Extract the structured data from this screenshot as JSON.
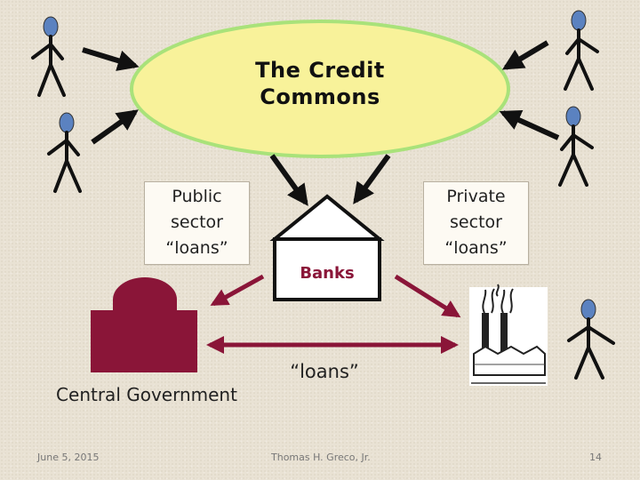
{
  "diagram": {
    "title_line1": "The Credit",
    "title_line2": "Commons",
    "public_sector": [
      "Public",
      "sector",
      "“loans”"
    ],
    "private_sector": [
      "Private",
      "sector",
      "“loans”"
    ],
    "banks_label": "Banks",
    "loans_label": "“loans”",
    "government_label": "Central Government",
    "colors": {
      "ellipse_fill": "#f8f29a",
      "ellipse_stroke": "#a9e27a",
      "maroon": "#8a1538",
      "person_head": "#5b82c0"
    },
    "icons": [
      "person-icon",
      "bank-house-icon",
      "government-building-icon",
      "factory-icon"
    ]
  },
  "footer": {
    "date": "June 5, 2015",
    "author": "Thomas H. Greco, Jr.",
    "page": "14"
  }
}
